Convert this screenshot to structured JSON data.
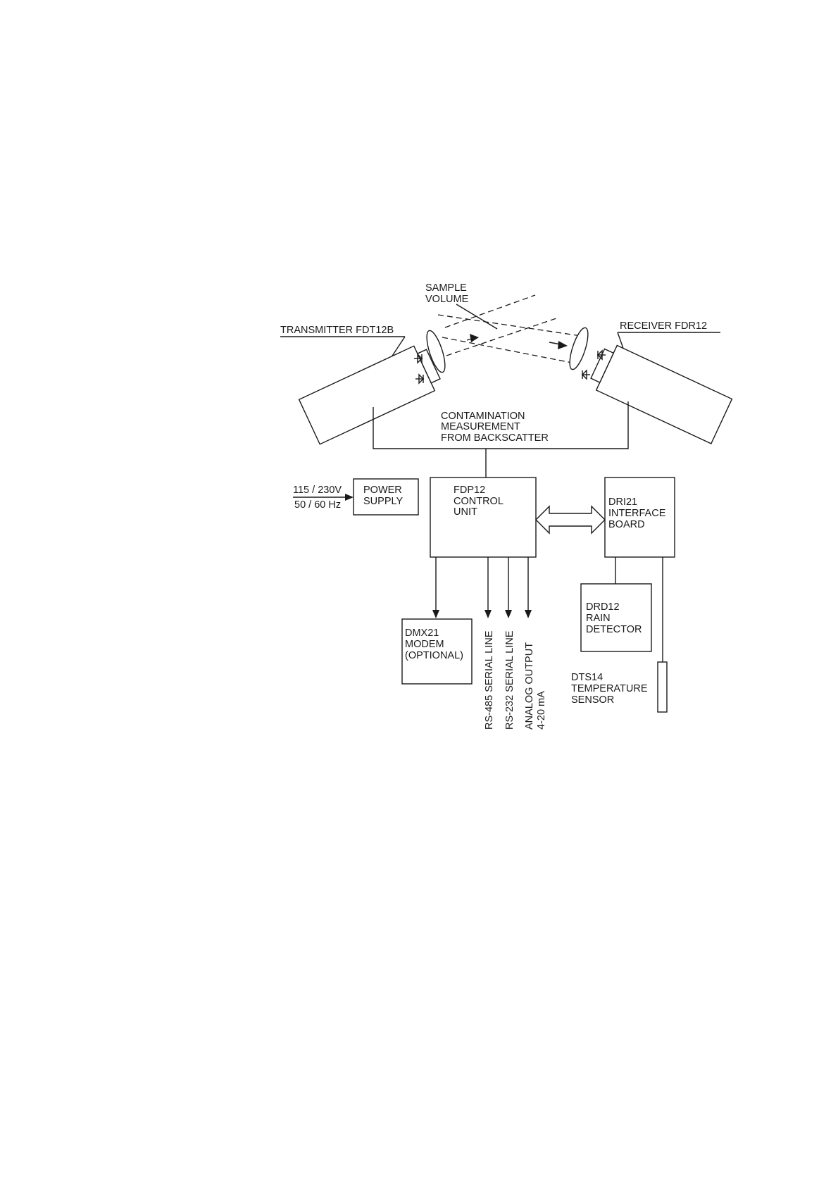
{
  "diagram": {
    "sample_volume": [
      "SAMPLE",
      "VOLUME"
    ],
    "transmitter": "TRANSMITTER  FDT12B",
    "receiver": "RECEIVER  FDR12",
    "contamination": [
      "CONTAMINATION",
      "MEASUREMENT",
      "FROM BACKSCATTER"
    ],
    "mains_voltage": "115 / 230V",
    "mains_frequency": "50 / 60 Hz",
    "power_supply": [
      "POWER",
      "SUPPLY"
    ],
    "control_unit": [
      "FDP12",
      "CONTROL",
      "UNIT"
    ],
    "interface_board": [
      "DRI21",
      "INTERFACE",
      "BOARD"
    ],
    "modem": [
      "DMX21",
      "MODEM",
      "(OPTIONAL)"
    ],
    "rs485": "RS-485 SERIAL LINE",
    "rs232": "RS-232 SERIAL LINE",
    "analog_output": [
      "ANALOG OUTPUT",
      "4-20 mA"
    ],
    "rain_detector": [
      "DRD12",
      "RAIN",
      "DETECTOR"
    ],
    "temperature_sensor": [
      "DTS14",
      "TEMPERATURE",
      "SENSOR"
    ]
  }
}
